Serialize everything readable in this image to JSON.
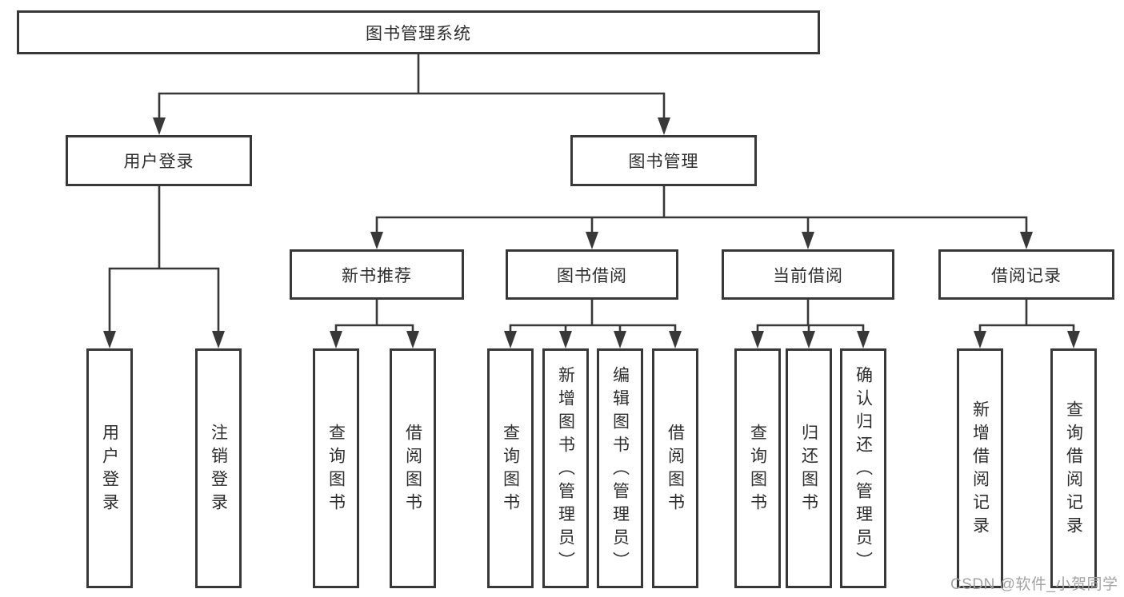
{
  "tree": {
    "label": "图书管理系统",
    "children": [
      {
        "label": "用户登录",
        "children": [
          {
            "label": "用户登录"
          },
          {
            "label": "注销登录"
          }
        ]
      },
      {
        "label": "图书管理",
        "children": [
          {
            "label": "新书推荐",
            "children": [
              {
                "label": "查询图书"
              },
              {
                "label": "借阅图书"
              }
            ]
          },
          {
            "label": "图书借阅",
            "children": [
              {
                "label": "查询图书"
              },
              {
                "label": "新增图书（管理员）"
              },
              {
                "label": "编辑图书（管理员）"
              },
              {
                "label": "借阅图书"
              }
            ]
          },
          {
            "label": "当前借阅",
            "children": [
              {
                "label": "查询图书"
              },
              {
                "label": "归还图书"
              },
              {
                "label": "确认归还（管理员）"
              }
            ]
          },
          {
            "label": "借阅记录",
            "children": [
              {
                "label": "新增借阅记录"
              },
              {
                "label": "查询借阅记录"
              }
            ]
          }
        ]
      }
    ]
  },
  "watermark": {
    "text": "CSDN @软件_小贺同学"
  },
  "colors": {
    "line": "#383838",
    "box_border": "#383838",
    "text": "#2d2d2d",
    "background": "#ffffff",
    "watermark": "#a3a3a3"
  }
}
